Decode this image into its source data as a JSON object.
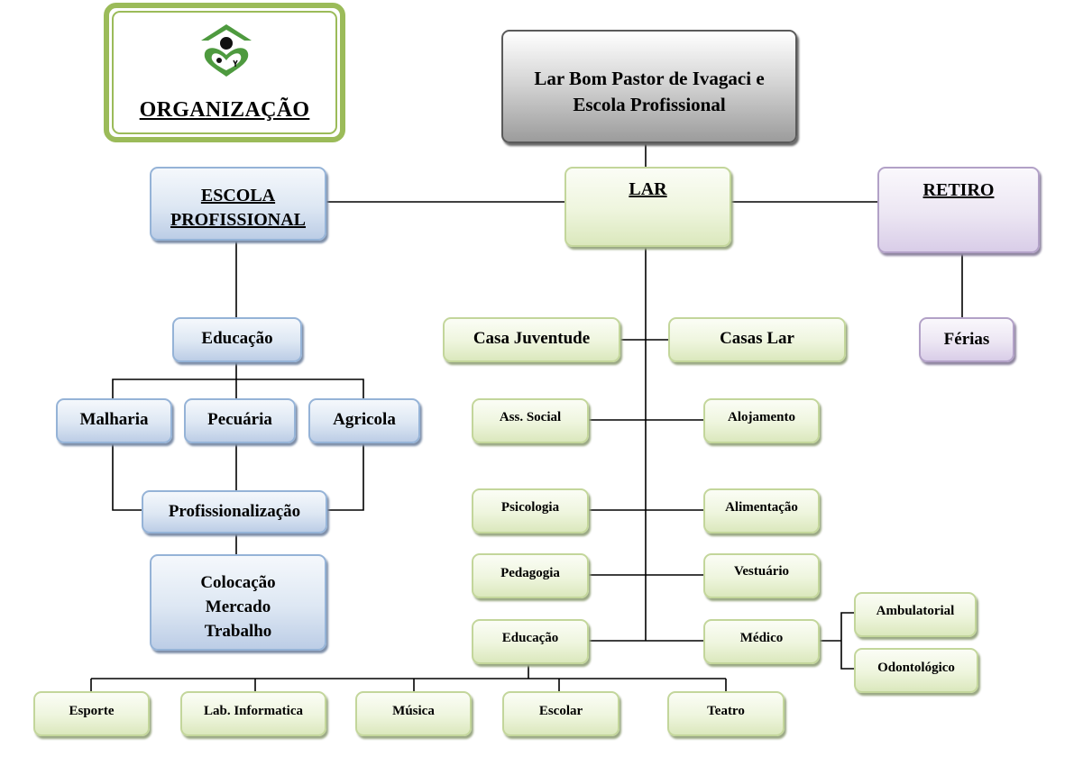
{
  "org_card": {
    "title": "ORGANIZAÇÃO",
    "logo_icon": "house-heart-logo-icon",
    "accent_color": "#9bbb59"
  },
  "colors": {
    "lar_branch": "#c3d69b",
    "escola_branch": "#95b3d7",
    "retiro_branch": "#b2a1c7",
    "root": "#808080",
    "connector": "#000000"
  },
  "root": {
    "line1": "Lar Bom Pastor de Ivagaci e",
    "line2": "Escola Profissional"
  },
  "escola": {
    "title_line1": "ESCOLA",
    "title_line2": "PROFISSIONAL",
    "educacao": "Educação",
    "areas": [
      "Malharia",
      "Pecuária",
      "Agricola"
    ],
    "profissionalizacao": "Profissionalização",
    "colocacao": [
      "Colocação",
      "Mercado",
      "Trabalho"
    ]
  },
  "lar": {
    "title": "LAR",
    "casa_juventude": "Casa Juventude",
    "casas_lar": "Casas Lar",
    "left_services": [
      "Ass. Social",
      "Psicologia",
      "Pedagogia",
      "Educação"
    ],
    "right_services": [
      "Alojamento",
      "Alimentação",
      "Vestuário",
      "Médico"
    ],
    "medico_children": [
      "Ambulatorial",
      "Odontológico"
    ],
    "educacao_children": [
      "Esporte",
      "Lab. Informatica",
      "Música",
      "Escolar",
      "Teatro"
    ]
  },
  "retiro": {
    "title": "RETIRO",
    "ferias": "Férias"
  }
}
